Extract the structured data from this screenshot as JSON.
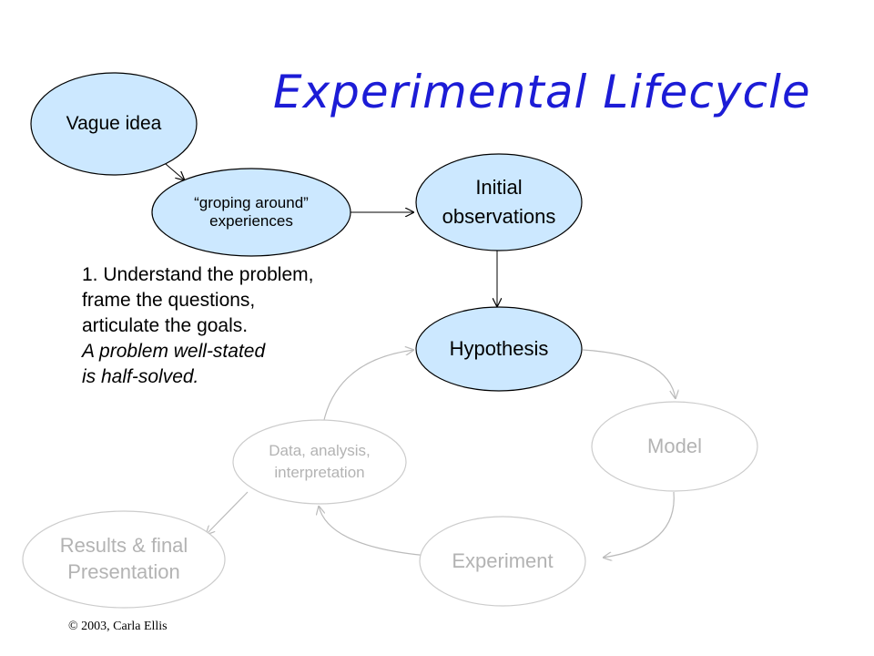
{
  "title": "Experimental Lifecycle",
  "nodes": {
    "vague_idea": "Vague idea",
    "groping_around": "“groping around”\n experiences",
    "initial_observations": "Initial\nobservations",
    "hypothesis": "Hypothesis",
    "model": "Model",
    "experiment": "Experiment",
    "data_analysis": "Data, analysis,\n interpretation",
    "results": "Results & final\nPresentation"
  },
  "note": {
    "line1": "1.  Understand the problem,",
    "line2": "frame the questions,",
    "line3": "articulate the goals.",
    "line4": "A problem well-stated",
    "line5": "is half-solved."
  },
  "copyright": "© 2003, Carla Ellis",
  "colors": {
    "title": "#1c1cd6",
    "active_fill": "#cce8ff",
    "inactive_stroke": "#cccccc",
    "inactive_text": "#b3b3b3"
  }
}
